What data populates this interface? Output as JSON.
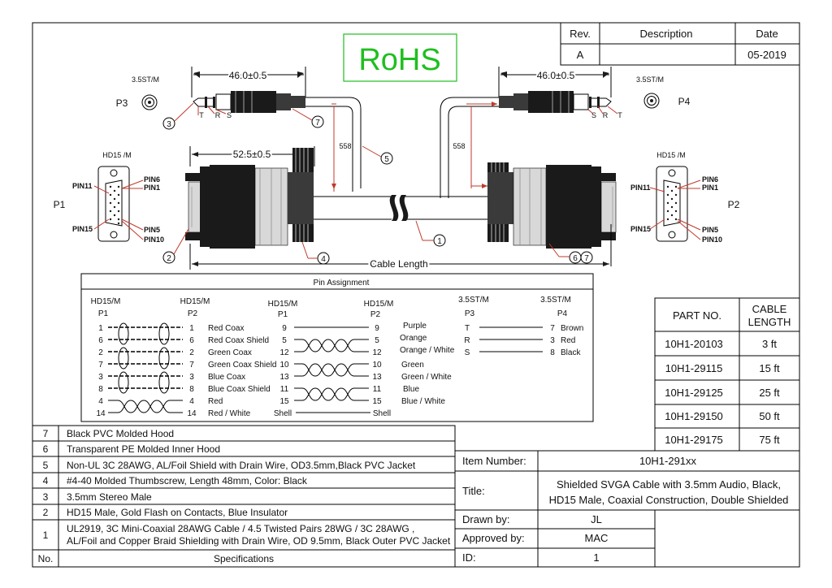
{
  "revision_table": {
    "headers": [
      "Rev.",
      "Description",
      "Date"
    ],
    "rows": [
      [
        "A",
        "",
        "05-2019"
      ]
    ]
  },
  "rohs": {
    "text": "RoHS",
    "color": "#1fbf1f"
  },
  "connectors": {
    "p3": {
      "id": "P3",
      "type": "3.5ST/M",
      "dimension": "46.0±0.5",
      "pins": [
        "T",
        "R",
        "S"
      ]
    },
    "p4": {
      "id": "P4",
      "type": "3.5ST/M",
      "dimension": "46.0±0.5",
      "pins": [
        "S",
        "R",
        "T"
      ]
    },
    "p1": {
      "id": "P1",
      "type": "HD15 /M",
      "dimension": "52.5±0.5",
      "pins": [
        "PIN6",
        "PIN1",
        "PIN11",
        "PIN5",
        "PIN15",
        "PIN10"
      ]
    },
    "p2": {
      "id": "P2",
      "type": "HD15 /M",
      "pins": [
        "PIN6",
        "PIN1",
        "PIN11",
        "PIN5",
        "PIN15",
        "PIN10"
      ]
    }
  },
  "drawing_labels": {
    "breakout_left": "558",
    "breakout_right": "558",
    "cable_length": "Cable Length",
    "callouts": [
      "3",
      "7",
      "5",
      "2",
      "4",
      "1",
      "6",
      "7"
    ]
  },
  "pin_assignment": {
    "title": "Pin Assignment",
    "group1": {
      "left_header": [
        "HD15/M",
        "P1"
      ],
      "right_header": [
        "HD15/M",
        "P2"
      ],
      "left_pins": [
        "1",
        "6",
        "2",
        "7",
        "3",
        "8",
        "4",
        "14"
      ],
      "right_pins": [
        "1",
        "6",
        "2",
        "7",
        "3",
        "8",
        "4",
        "14"
      ],
      "signals": [
        "Red Coax",
        "Red Coax Shield",
        "Green Coax",
        "Green Coax Shield",
        "Blue Coax",
        "Blue Coax Shield",
        "Red",
        "Red / White"
      ]
    },
    "group2": {
      "left_header": [
        "HD15/M",
        "P1"
      ],
      "right_header": [
        "HD15/M",
        "P2"
      ],
      "left_pins": [
        "9",
        "5",
        "12",
        "10",
        "13",
        "11",
        "15",
        "Shell"
      ],
      "right_pins": [
        "9",
        "5",
        "12",
        "10",
        "13",
        "11",
        "15",
        "Shell"
      ],
      "colors": [
        "Purple",
        "Orange",
        "Orange / White",
        "Green",
        "Green / White",
        "Blue",
        "Blue / White"
      ]
    },
    "group3": {
      "left_header": [
        "3.5ST/M",
        "P3"
      ],
      "right_header": [
        "3.5ST/M",
        "P4"
      ],
      "left_pins": [
        "T",
        "R",
        "S"
      ],
      "right_pins": [
        "7",
        "3",
        "8"
      ],
      "colors": [
        "Brown",
        "Red",
        "Black"
      ]
    }
  },
  "part_table": {
    "headers": [
      "PART NO.",
      "CABLE LENGTH"
    ],
    "rows": [
      [
        "10H1-20103",
        "3 ft"
      ],
      [
        "10H1-29115",
        "15 ft"
      ],
      [
        "10H1-29125",
        "25 ft"
      ],
      [
        "10H1-29150",
        "50 ft"
      ],
      [
        "10H1-29175",
        "75 ft"
      ]
    ]
  },
  "spec_table": {
    "footer": [
      "No.",
      "Specifications"
    ],
    "rows": [
      {
        "no": "7",
        "lines": [
          "Black PVC Molded Hood"
        ]
      },
      {
        "no": "6",
        "lines": [
          "Transparent PE Molded  Inner Hood"
        ]
      },
      {
        "no": "5",
        "lines": [
          "Non-UL 3C 28AWG, AL/Foil Shield with Drain Wire, OD3.5mm,Black PVC Jacket"
        ]
      },
      {
        "no": "4",
        "lines": [
          "#4-40 Molded Thumbscrew, Length 48mm, Color: Black"
        ]
      },
      {
        "no": "3",
        "lines": [
          "3.5mm Stereo Male"
        ]
      },
      {
        "no": "2",
        "lines": [
          "HD15 Male, Gold Flash on Contacts, Blue Insulator"
        ]
      },
      {
        "no": "1",
        "lines": [
          "UL2919, 3C Mini-Coaxial 28AWG Cable / 4.5 Twisted Pairs  28WG / 3C 28AWG ,",
          "AL/Foil and Copper Braid Shielding with Drain Wire, OD 9.5mm, Black Outer PVC Jacket"
        ]
      }
    ]
  },
  "title_block": {
    "item_number_label": "Item Number:",
    "item_number": "10H1-291xx",
    "title_label": "Title:",
    "title_lines": [
      "Shielded SVGA Cable with 3.5mm Audio, Black,",
      "HD15 Male, Coaxial Construction, Double Shielded"
    ],
    "drawn_by_label": "Drawn by:",
    "drawn_by": "JL",
    "approved_by_label": "Approved by:",
    "approved_by": "MAC",
    "id_label": "ID:",
    "id": "1"
  }
}
